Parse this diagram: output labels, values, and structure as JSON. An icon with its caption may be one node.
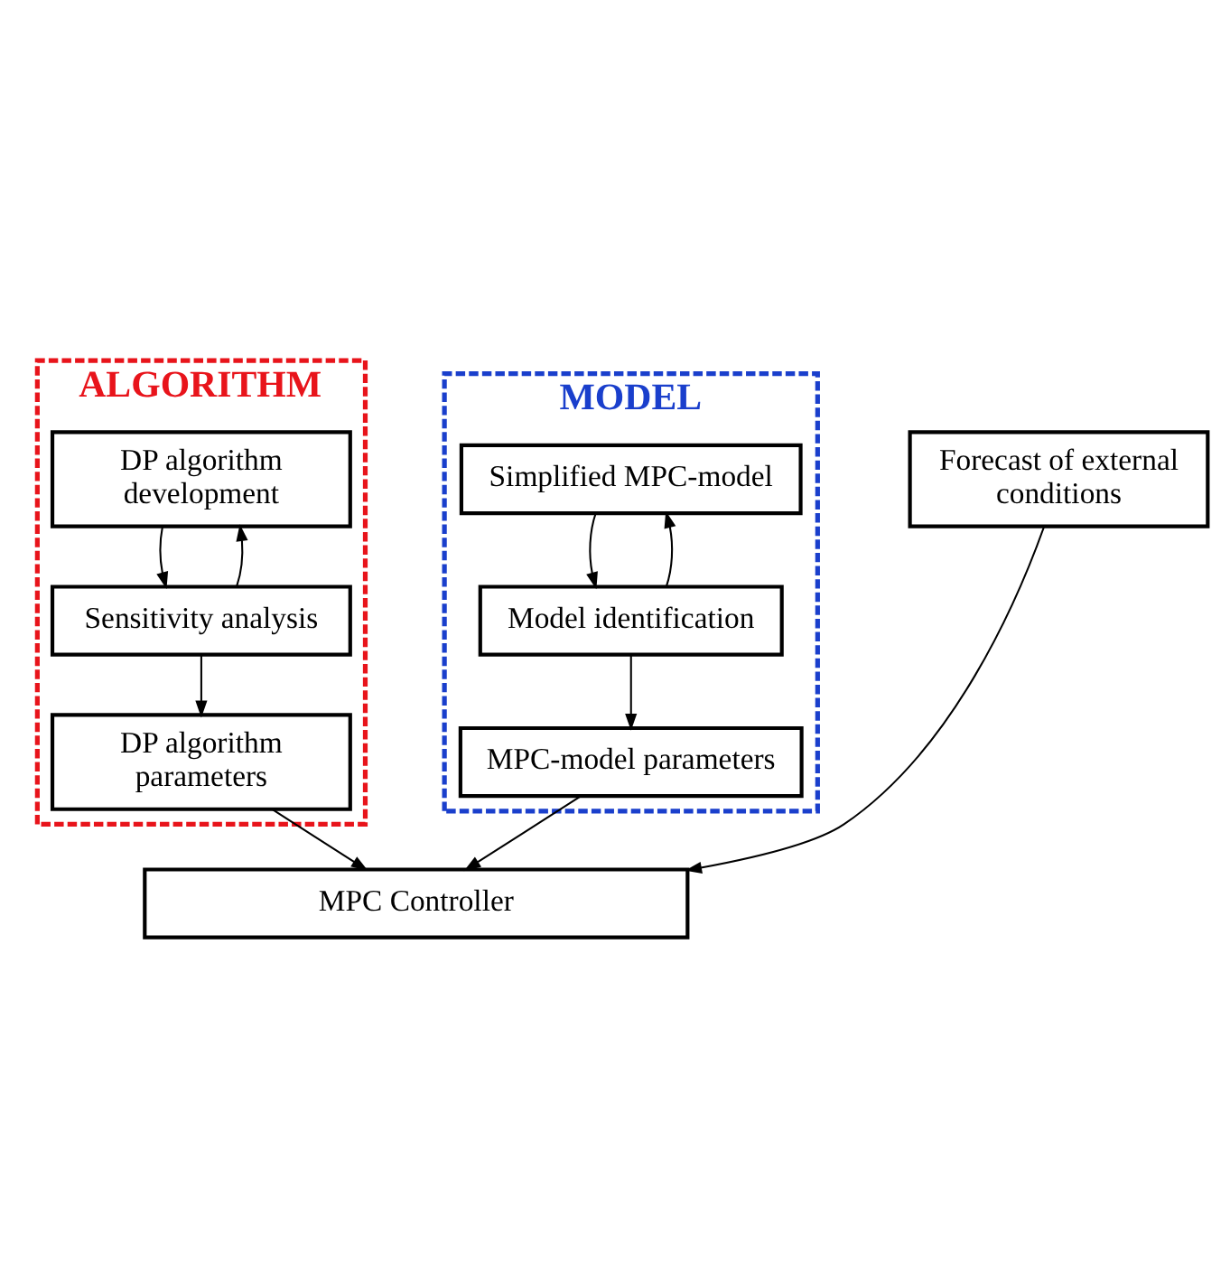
{
  "diagram": {
    "nodes": [
      {
        "text": [
          "ALGORITHM"
        ]
      },
      {
        "text": [
          "DP algorithm development"
        ],
        "in": 0
      },
      {
        "text": [
          "Sensitivity analysis"
        ],
        "in": 0
      },
      {
        "text": [
          "DP algorithm parameters"
        ],
        "in": 0
      },
      {
        "text": [
          "MODEL"
        ]
      },
      {
        "text": [
          "Simplified MPC-model"
        ],
        "in": 4
      },
      {
        "text": [
          "Model identification"
        ],
        "in": 4
      },
      {
        "text": [
          "MPC-model parameters"
        ],
        "in": 4
      },
      {
        "text": [
          "MPC Controller"
        ]
      },
      {
        "text": [
          "Forecast of external conditions"
        ]
      }
    ],
    "edges": [
      {
        "from": 1,
        "to": 2,
        "arrow": "to"
      },
      {
        "from": 2,
        "to": 1,
        "arrow": "to"
      },
      {
        "from": 2,
        "to": 3,
        "arrow": "to"
      },
      {
        "from": 6,
        "to": 5,
        "arrow": "to"
      },
      {
        "from": 5,
        "to": 6,
        "arrow": "to"
      },
      {
        "from": 6,
        "to": 7,
        "arrow": "to"
      },
      {
        "from": 3,
        "to": 8,
        "arrow": "to"
      },
      {
        "from": 7,
        "to": 8,
        "arrow": "to"
      },
      {
        "from": 9,
        "to": 8,
        "arrow": "to"
      }
    ]
  }
}
